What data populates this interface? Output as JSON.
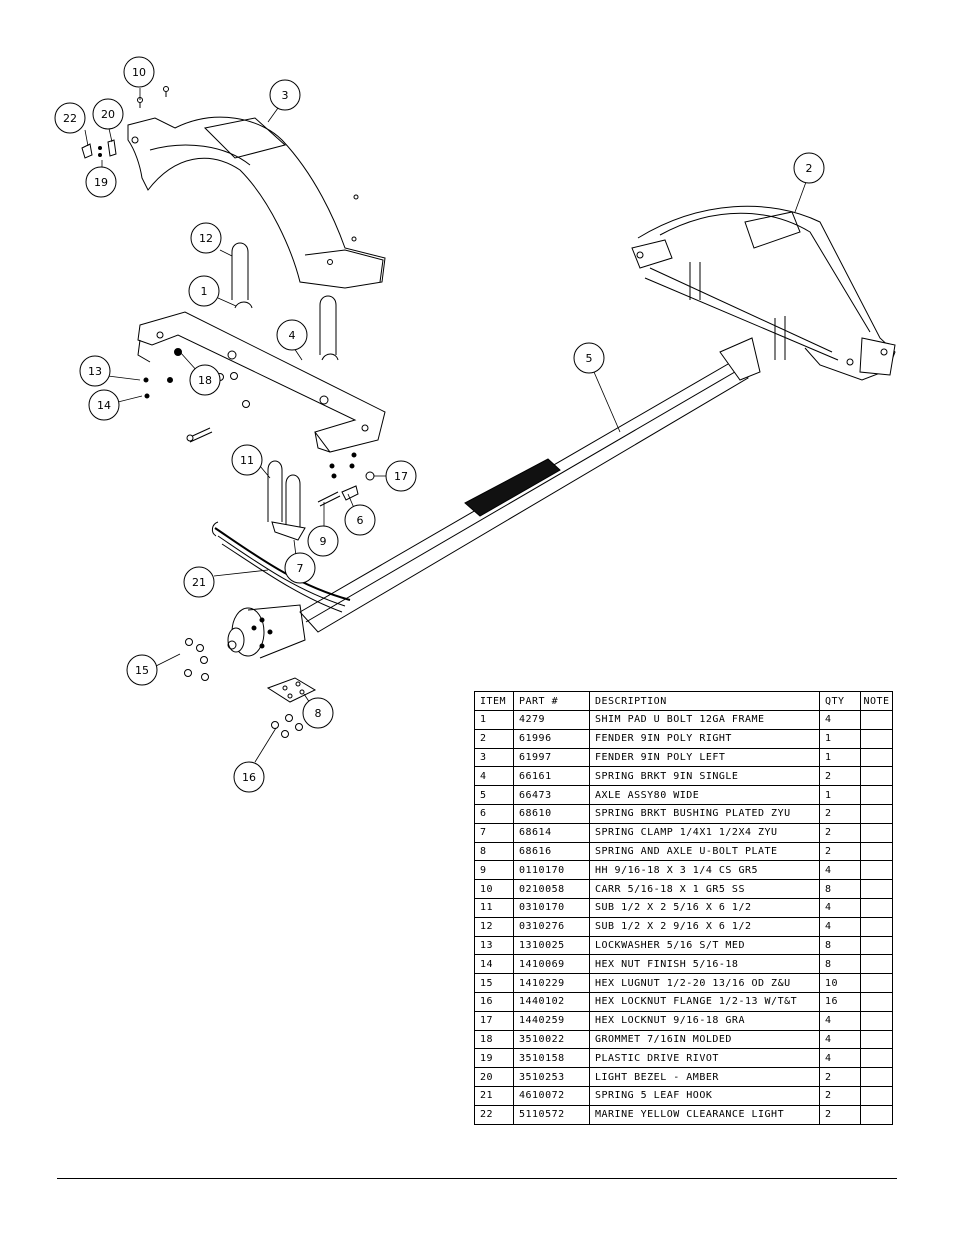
{
  "callouts": [
    {
      "id": "c10",
      "label": "10"
    },
    {
      "id": "c22",
      "label": "22"
    },
    {
      "id": "c20",
      "label": "20"
    },
    {
      "id": "c19",
      "label": "19"
    },
    {
      "id": "c3",
      "label": "3"
    },
    {
      "id": "c2",
      "label": "2"
    },
    {
      "id": "c12",
      "label": "12"
    },
    {
      "id": "c1",
      "label": "1"
    },
    {
      "id": "c4",
      "label": "4"
    },
    {
      "id": "c5",
      "label": "5"
    },
    {
      "id": "c13",
      "label": "13"
    },
    {
      "id": "c18",
      "label": "18"
    },
    {
      "id": "c14",
      "label": "14"
    },
    {
      "id": "c11",
      "label": "11"
    },
    {
      "id": "c17",
      "label": "17"
    },
    {
      "id": "c6",
      "label": "6"
    },
    {
      "id": "c9",
      "label": "9"
    },
    {
      "id": "c7",
      "label": "7"
    },
    {
      "id": "c21",
      "label": "21"
    },
    {
      "id": "c15",
      "label": "15"
    },
    {
      "id": "c8",
      "label": "8"
    },
    {
      "id": "c16",
      "label": "16"
    }
  ],
  "bom": {
    "headers": {
      "item": "ITEM",
      "part": "PART #",
      "description": "DESCRIPTION",
      "qty": "QTY",
      "note": "NOTE"
    },
    "rows": [
      {
        "item": "1",
        "part": "4279",
        "description": "SHIM PAD   U BOLT 12GA FRAME",
        "qty": "4",
        "note": ""
      },
      {
        "item": "2",
        "part": "61996",
        "description": "FENDER  9IN POLY RIGHT",
        "qty": "1",
        "note": ""
      },
      {
        "item": "3",
        "part": "61997",
        "description": "FENDER  9IN POLY LEFT",
        "qty": "1",
        "note": ""
      },
      {
        "item": "4",
        "part": "66161",
        "description": "SPRING BRKT   9IN SINGLE",
        "qty": "2",
        "note": ""
      },
      {
        "item": "5",
        "part": "66473",
        "description": "AXLE ASSY80 WIDE",
        "qty": "1",
        "note": ""
      },
      {
        "item": "6",
        "part": "68610",
        "description": "SPRING BRKT BUSHING PLATED ZYU",
        "qty": "2",
        "note": ""
      },
      {
        "item": "7",
        "part": "68614",
        "description": "SPRING CLAMP   1/4X1 1/2X4  ZYU",
        "qty": "2",
        "note": ""
      },
      {
        "item": "8",
        "part": "68616",
        "description": "SPRING AND AXLE U-BOLT PLATE",
        "qty": "2",
        "note": ""
      },
      {
        "item": "9",
        "part": "0110170",
        "description": "HH 9/16-18 X 3 1/4 CS GR5",
        "qty": "4",
        "note": ""
      },
      {
        "item": "10",
        "part": "0210058",
        "description": "CARR 5/16-18 X 1 GR5 SS",
        "qty": "8",
        "note": ""
      },
      {
        "item": "11",
        "part": "0310170",
        "description": "SUB 1/2 X 2 5/16 X 6 1/2",
        "qty": "4",
        "note": ""
      },
      {
        "item": "12",
        "part": "0310276",
        "description": "SUB 1/2 X 2 9/16 X 6 1/2",
        "qty": "4",
        "note": ""
      },
      {
        "item": "13",
        "part": "1310025",
        "description": "LOCKWASHER 5/16 S/T MED",
        "qty": "8",
        "note": ""
      },
      {
        "item": "14",
        "part": "1410069",
        "description": "HEX NUT FINISH 5/16-18",
        "qty": "8",
        "note": ""
      },
      {
        "item": "15",
        "part": "1410229",
        "description": "HEX LUGNUT 1/2-20 13/16 OD Z&U",
        "qty": "10",
        "note": ""
      },
      {
        "item": "16",
        "part": "1440102",
        "description": "HEX LOCKNUT FLANGE 1/2-13 W/T&T",
        "qty": "16",
        "note": ""
      },
      {
        "item": "17",
        "part": "1440259",
        "description": "HEX LOCKNUT 9/16-18 GRA",
        "qty": "4",
        "note": ""
      },
      {
        "item": "18",
        "part": "3510022",
        "description": "GROMMET  7/16IN MOLDED",
        "qty": "4",
        "note": ""
      },
      {
        "item": "19",
        "part": "3510158",
        "description": "PLASTIC DRIVE RIVOT",
        "qty": "4",
        "note": ""
      },
      {
        "item": "20",
        "part": "3510253",
        "description": "LIGHT BEZEL - AMBER",
        "qty": "2",
        "note": ""
      },
      {
        "item": "21",
        "part": "4610072",
        "description": "SPRING  5 LEAF HOOK",
        "qty": "2",
        "note": ""
      },
      {
        "item": "22",
        "part": "5110572",
        "description": "MARINE YELLOW CLEARANCE LIGHT",
        "qty": "2",
        "note": ""
      }
    ]
  }
}
